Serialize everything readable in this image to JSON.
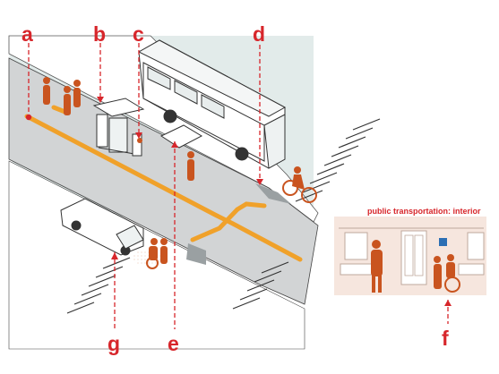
{
  "labels": {
    "a": "a",
    "b": "b",
    "c": "c",
    "d": "d",
    "e": "e",
    "f": "f",
    "g": "g"
  },
  "inset": {
    "caption": "public transportation: interior"
  },
  "colors": {
    "accent": "#d7262b",
    "figure": "#c9541f",
    "path": "#f0a12a",
    "ground": "#e2ebea",
    "road": "#d2d4d5"
  }
}
